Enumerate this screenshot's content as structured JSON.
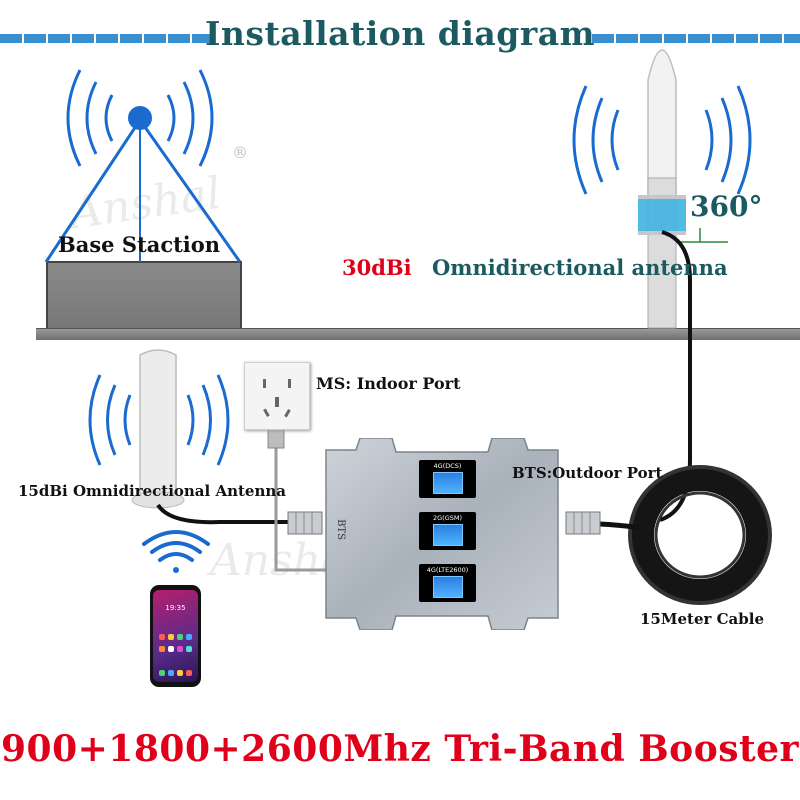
{
  "title": "Installation diagram",
  "base_station": {
    "label": "Base Staction"
  },
  "outdoor_antenna": {
    "angle_label": "360°",
    "gain_label": "30dBi",
    "type_label": "Omnidirectional antenna"
  },
  "indoor_socket": {
    "label": "MS: Indoor Port"
  },
  "indoor_antenna": {
    "label": "15dBi Omnidirectional  Antenna"
  },
  "booster": {
    "outdoor_port_label": "BTS:Outdoor Port",
    "side_text": "BTS",
    "bands": [
      "4G(DCS)",
      "2G(GSM)",
      "4G(LTE2600)"
    ]
  },
  "phone": {
    "time": "19:35"
  },
  "cable": {
    "label": "15Meter Cable"
  },
  "footer": {
    "headline": "900+1800+2600Mhz Tri-Band Booster"
  },
  "watermark": {
    "text": "Anshal",
    "mark": "®"
  },
  "colors": {
    "title_text": "#1b5a61",
    "title_bar": "#3a8fd0",
    "headline": "#e1001a",
    "gain_text": "#e1001a",
    "lcd_blue": "#2b7fe0",
    "booster_metal": "#b9c0c8"
  },
  "icons": [
    "tower-icon",
    "signal-waves-icon",
    "omni-antenna-icon",
    "wall-socket-icon",
    "wifi-icon",
    "smartphone-icon",
    "cable-coil-icon",
    "n-connector-icon"
  ]
}
